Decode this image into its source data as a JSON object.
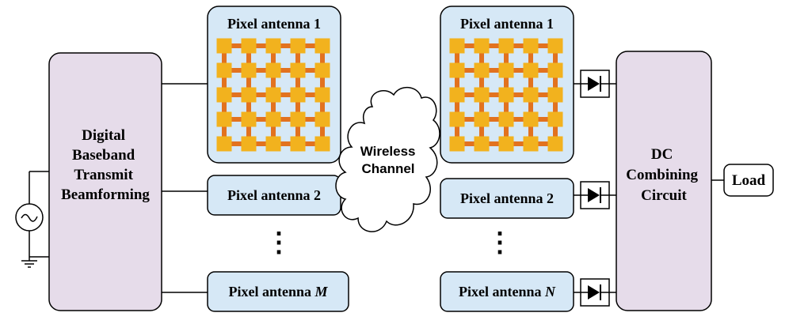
{
  "transmitter": {
    "block_lines": [
      "Digital",
      "Baseband",
      "Transmit",
      "Beamforming"
    ],
    "antennas": [
      {
        "label": "Pixel antenna 1"
      },
      {
        "label": "Pixel antenna 2"
      },
      {
        "label": "Pixel antenna ",
        "label_var": "M"
      }
    ],
    "ellipsis": "⋮"
  },
  "channel": {
    "lines": [
      "Wireless",
      "Channel"
    ]
  },
  "receiver": {
    "antennas": [
      {
        "label": "Pixel antenna 1"
      },
      {
        "label": "Pixel antenna 2"
      },
      {
        "label": "Pixel antenna ",
        "label_var": "N"
      }
    ],
    "ellipsis": "⋮",
    "combiner_lines": [
      "DC",
      "Combining",
      "Circuit"
    ],
    "load_label": "Load"
  },
  "colors": {
    "block_fill": "#e6dcea",
    "antenna_fill": "#d6e8f6",
    "patch": "#f2b21e",
    "connector": "#e2721f",
    "stroke": "#000000"
  },
  "pixel_grid": {
    "rows": 5,
    "cols": 5
  }
}
